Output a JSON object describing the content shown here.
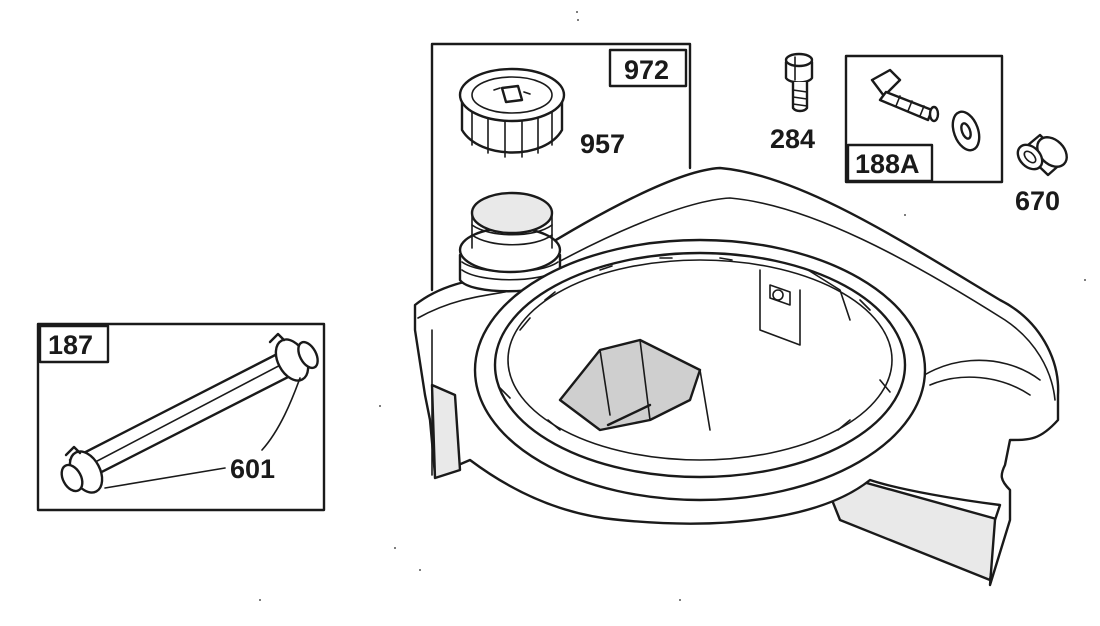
{
  "parts": {
    "p972": "972",
    "p957": "957",
    "p284": "284",
    "p188a": "188A",
    "p670": "670",
    "p187": "187",
    "p601": "601"
  }
}
